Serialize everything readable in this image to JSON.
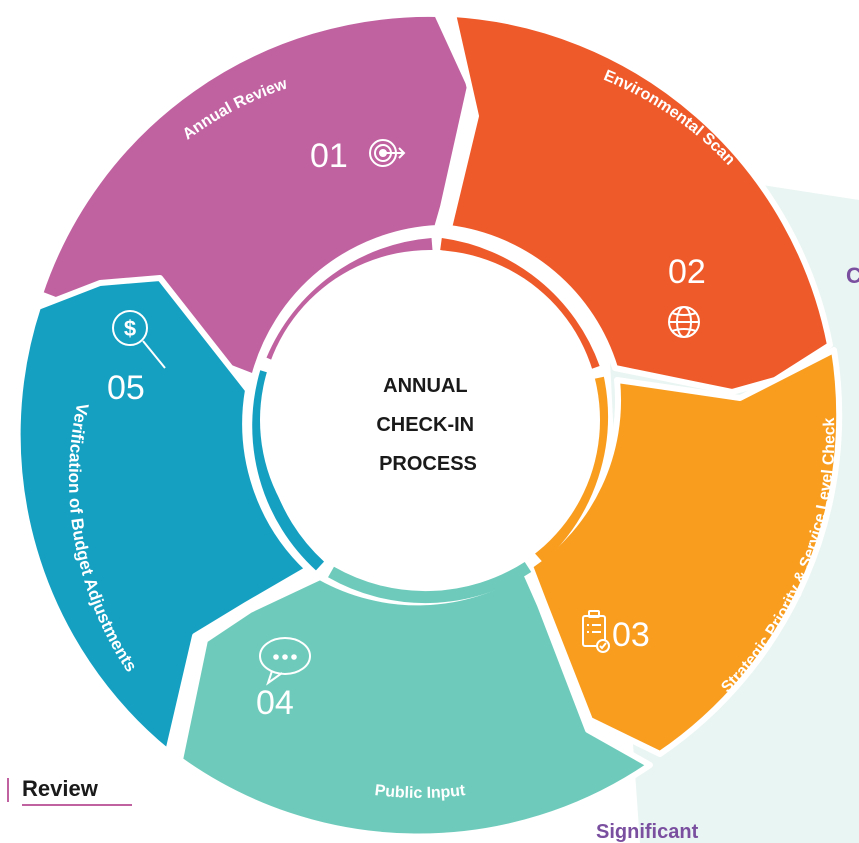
{
  "center": {
    "lines": [
      "ANNUAL",
      "CHECK-IN",
      "PROCESS"
    ]
  },
  "colors": {
    "review": "#c062a0",
    "scan": "#ef5a2a",
    "priority": "#f99d1f",
    "input": "#6ecbbb",
    "budget": "#15a0c2",
    "panel": "#e9f5f2",
    "accent": "#7a4fa0"
  },
  "steps": [
    {
      "id": "review",
      "number": "01",
      "label": "Annual Review",
      "icon": "target-icon"
    },
    {
      "id": "scan",
      "number": "02",
      "label": "Environmental Scan",
      "icon": "globe-icon"
    },
    {
      "id": "priority",
      "number": "03",
      "label": "Strategic Priority & Service Level Check",
      "icon": "checklist-icon"
    },
    {
      "id": "input",
      "number": "04",
      "label": "Public Input",
      "icon": "speech-bubble-icon"
    },
    {
      "id": "budget",
      "number": "05",
      "label": "Verification of Budget Adjustments",
      "icon": "dollar-search-icon"
    }
  ],
  "side": {
    "review_label": "Review",
    "significant_label": "Significant",
    "edge_letter": "C"
  }
}
